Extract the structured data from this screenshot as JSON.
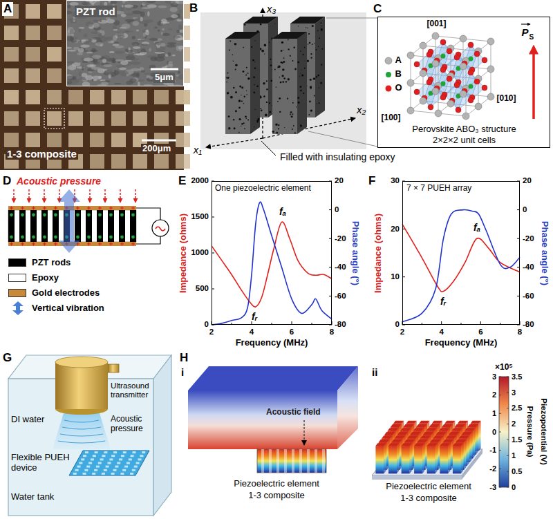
{
  "diagram": {
    "nodes": [
      {
        "text": [
          "PZT rod",
          "5μm"
        ]
      },
      {
        "text": [
          "[001]",
          "A",
          "B",
          "O",
          "[100]",
          "[010]",
          "P",
          "S",
          "Perovskite ABO₃ structure",
          "2×2×2 unit cells"
        ]
      },
      {
        "text": [
          "One piezoelectric element",
          "fᵣ",
          "fₐ"
        ]
      },
      {
        "text": [
          "7 × 7 PUEH array",
          "fᵣ",
          "fₐ"
        ]
      }
    ],
    "labels": [
      "A",
      "1-3 composite",
      "200μm",
      "B",
      "x₃",
      "x₁",
      "x₂",
      "Filled with insulating epoxy",
      "C",
      "D",
      "Acoustic pressure",
      "E",
      "Impedance (ohms)",
      "Phase angle (°)",
      "Frequency (MHz)",
      "0",
      "500",
      "1000",
      "1500",
      "2000",
      "20",
      "0",
      "-20",
      "-40",
      "-60",
      "-80",
      "2",
      "4",
      "6",
      "8",
      "F",
      "Impedance (ohms)",
      "Phase angle (°)",
      "Frequency (MHz)",
      "0",
      "10",
      "20",
      "30",
      "20",
      "0",
      "-20",
      "-40",
      "-60",
      "-80",
      "2",
      "4",
      "6",
      "8",
      "G",
      "Ultrasound transmitter",
      "DI water",
      "Acoustic pressure",
      "Flexible PUEH device",
      "Water tank",
      "H",
      "i",
      "Acoustic field",
      "Piezoelectric element",
      "1-3 composite",
      "ii",
      "Piezoelectric element",
      "1-3 composite",
      "×10⁵",
      "3",
      "2",
      "1",
      "0",
      "-1",
      "-2",
      "-3",
      "3.5",
      "3",
      "2.5",
      "2",
      "1.5",
      "1",
      "0.5",
      "0",
      "Pressure (Pa)",
      "Piezopotential (V)"
    ],
    "legend": [
      {
        "text": "PZT rods",
        "color": "#000000"
      },
      {
        "text": "Epoxy",
        "color": "#ffffff"
      },
      {
        "text": "Gold electrodes",
        "color": "#c8893a"
      },
      {
        "text": "Vertical vibration"
      }
    ]
  }
}
